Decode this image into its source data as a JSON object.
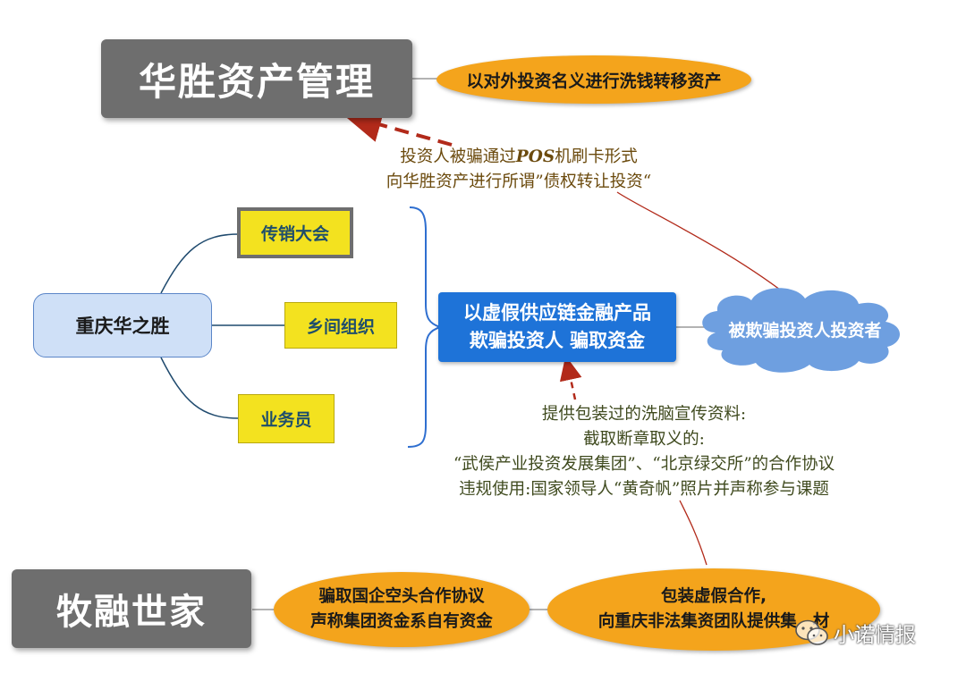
{
  "nodes": {
    "huasheng": "华胜资产管理",
    "huasheng_note": "以对外投资名义进行洗钱转移资产",
    "huazhisheng": "重庆华之胜",
    "branch_1": "传销大会",
    "branch_2": "乡间组织",
    "branch_3": "业务员",
    "scam_line1": "以虚假供应链金融产品",
    "scam_line2": "欺骗投资人 骗取资金",
    "victims": "被欺骗投资人投资者",
    "murong": "牧融世家",
    "murong_note_line1": "骗取国企空头合作协议",
    "murong_note_line2": "声称集团资金系自有资金",
    "pack_line1": "包装虚假合作,",
    "pack_line2": "向重庆非法集资团队提供集",
    "pack_line2_tail": "材"
  },
  "annotations": {
    "pos_line1_a": "投资人被骗通过",
    "pos_line1_b": "POS",
    "pos_line1_c": "机刷卡形式",
    "pos_line2": "向华胜资产进行所谓”债权转让投资“",
    "brain_line1": "提供包装过的洗脑宣传资料:",
    "brain_line2": "截取断章取义的:",
    "brain_line3": "“武侯产业投资发展集团”、“北京绿交所”的合作协议",
    "brain_line4": "违规使用:国家领导人“黄奇帆”照片并声称参与课题"
  },
  "watermark": {
    "text": "小诺情报",
    "icon": "wechat-icon"
  },
  "colors": {
    "gray_box": "#6e6e6e",
    "orange": "#f4a41c",
    "yellow": "#f3e21f",
    "blue_box": "#1e73d8",
    "light_blue": "#cfe0f7",
    "cloud": "#6e9fe0",
    "arrow_red": "#b22a1a"
  }
}
